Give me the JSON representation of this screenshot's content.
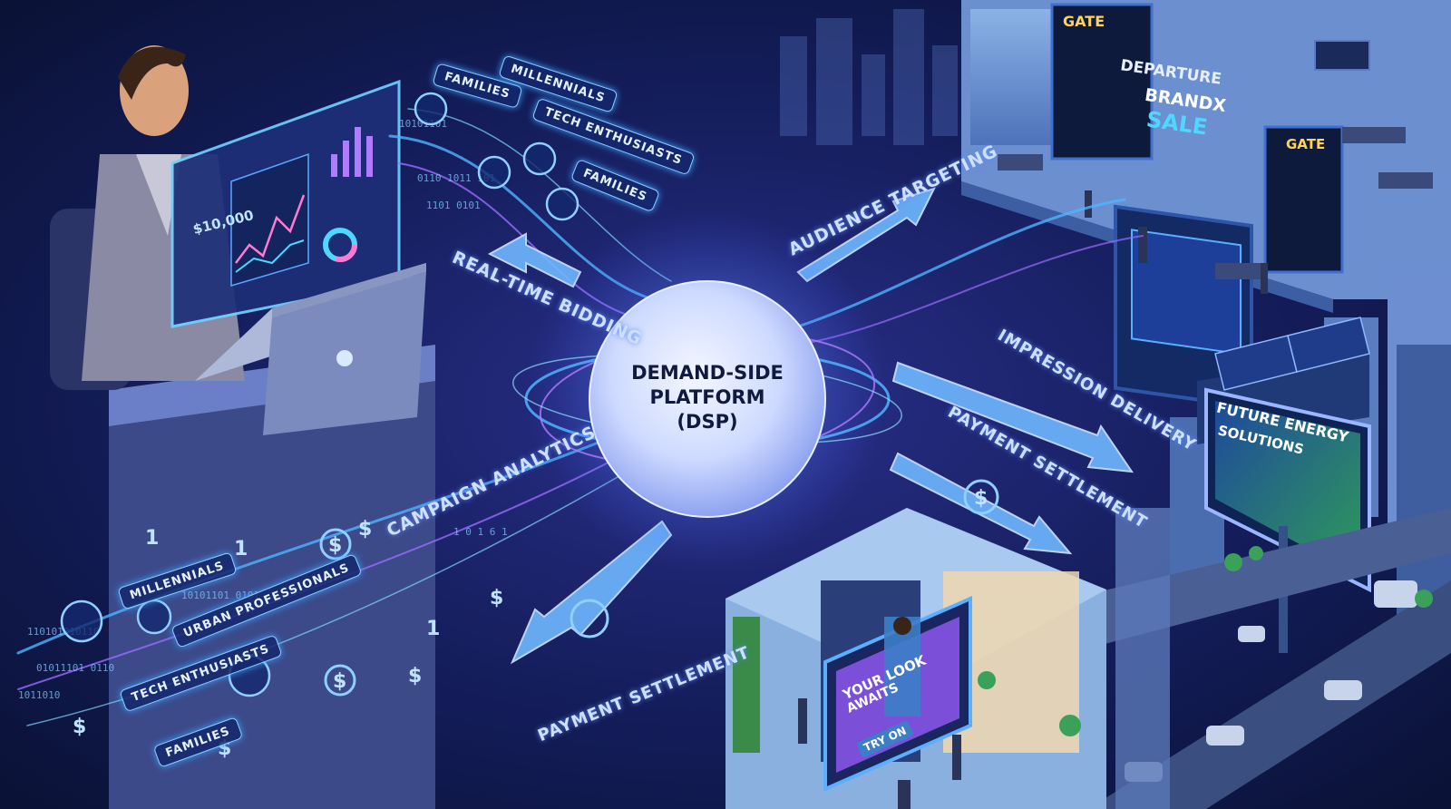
{
  "core": {
    "line1": "DEMAND-SIDE",
    "line2": "PLATFORM",
    "line3": "(DSP)"
  },
  "flows": {
    "real_time_bidding": "REAL-TIME BIDDING",
    "audience_targeting": "AUDIENCE TARGETING",
    "impression_delivery": "IMPRESSION DELIVERY",
    "payment_settlement_right": "PAYMENT SETTLEMENT",
    "campaign_analytics": "CAMPAIGN ANALYTICS",
    "payment_settlement_left": "PAYMENT SETTLEMENT"
  },
  "audience_tags_top": [
    "FAMILIES",
    "MILLENNIALS",
    "TECH ENTHUSIASTS",
    "FAMILIES"
  ],
  "audience_tags_bottom": [
    "MILLENNIALS",
    "URBAN PROFESSIONALS",
    "TECH ENTHUSIASTS",
    "FAMILIES"
  ],
  "airport": {
    "gate_left": "GATE",
    "departure": "DEPARTURE",
    "ad_brand": "BRANDX",
    "ad_sale": "SALE",
    "gate_right": "GATE"
  },
  "billboard": {
    "line1": "FUTURE ENERGY",
    "line2": "SOLUTIONS"
  },
  "mall_screen": {
    "line1": "YOUR LOOK",
    "line2": "AWAITS",
    "cta": "TRY ON"
  },
  "dashboard": {
    "value": "$10,000"
  },
  "colors": {
    "background": "#0b1640",
    "glow": "#4fb4ff",
    "accent_purple": "#9b6bff",
    "core": "#d9e6ff"
  }
}
